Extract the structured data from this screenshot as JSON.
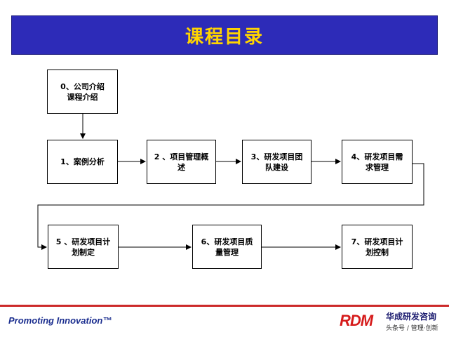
{
  "title": "课程目录",
  "nodes": [
    {
      "id": "n0",
      "label": "0、公司介绍\n课程介绍"
    },
    {
      "id": "n1",
      "label": "1、案例分析"
    },
    {
      "id": "n2",
      "label": "2 、项目管理概\n述"
    },
    {
      "id": "n3",
      "label": "3、研发项目团\n队建设"
    },
    {
      "id": "n4",
      "label": "4、研发项目需\n求管理"
    },
    {
      "id": "n5",
      "label": "5 、研发项目计\n划制定"
    },
    {
      "id": "n6",
      "label": "6、研发项目质\n量管理"
    },
    {
      "id": "n7",
      "label": "7、研发项目计\n划控制"
    }
  ],
  "edges": [
    {
      "from": "n0",
      "to": "n1"
    },
    {
      "from": "n1",
      "to": "n2"
    },
    {
      "from": "n2",
      "to": "n3"
    },
    {
      "from": "n3",
      "to": "n4"
    },
    {
      "from": "n4",
      "to": "n5"
    },
    {
      "from": "n5",
      "to": "n6"
    },
    {
      "from": "n6",
      "to": "n7"
    }
  ],
  "footer": {
    "slogan": "Promoting Innovation™",
    "logo_mark": "RDM",
    "logo_name": "华成研发咨询",
    "logo_sub": "头条号 / 管理·创新"
  },
  "colors": {
    "title_bg": "#2d2bb8",
    "title_text": "#ffd400",
    "footer_line": "#cc2a2a",
    "slogan": "#1b2e8f",
    "logo_red": "#d61b1b"
  }
}
